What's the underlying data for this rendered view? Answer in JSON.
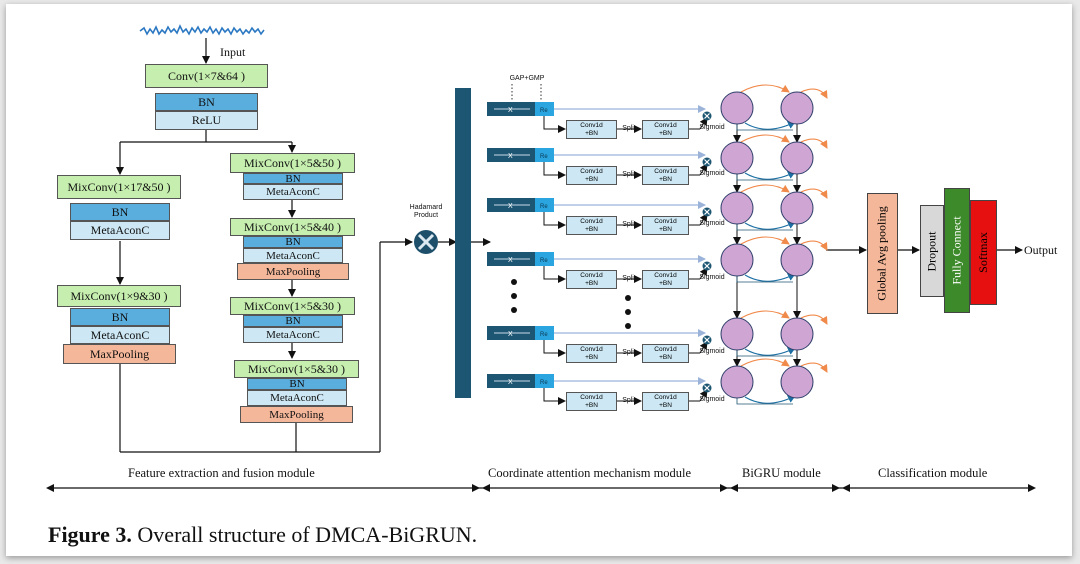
{
  "diagram": {
    "input_label": "Input",
    "conv": "Conv(1×7&64 )",
    "bn": "BN",
    "relu": "ReLU",
    "meta": "MetaAconC",
    "maxpool": "MaxPooling",
    "left_branch": {
      "mix1": "MixConv(1×17&50 )",
      "mix2": "MixConv(1×9&30 )"
    },
    "right_branch": {
      "mix1": "MixConv(1×5&50 )",
      "mix2": "MixConv(1×5&40 )",
      "mix3": "MixConv(1×5&30 )",
      "mix4": "MixConv(1×5&30 )"
    },
    "hadamard": "Hadamard\nProduct",
    "gap_gmp": "GAP+GMP",
    "conv1d": "Conv1d\n+BN",
    "split": "Split",
    "sigmoid": "Sigmoid",
    "x_label": "X",
    "re_label": "Re",
    "global_avg": "Global Avg pooling",
    "dropout": "Dropout",
    "fully_connect": "Fully Connect",
    "softmax": "Softmax",
    "output": "Output",
    "modules": {
      "feature": "Feature extraction and fusion module",
      "coord": "Coordinate attention mechanism module",
      "bigru": "BiGRU module",
      "class": "Classification module"
    },
    "caption_bold": "Figure 3.",
    "caption_rest": " Overall structure of DMCA-BiGRUN."
  },
  "colors": {
    "green": "#c6efaf",
    "blue": "#5aaede",
    "light_blue": "#cde8f4",
    "salmon": "#f5b79a",
    "dark_teal": "#1d5673",
    "purple": "#cfa6d3",
    "orange": "#f08a4b",
    "dropout_gray": "#d8d8d8",
    "fc_green": "#3d8a2a",
    "softmax_red": "#e61010"
  }
}
